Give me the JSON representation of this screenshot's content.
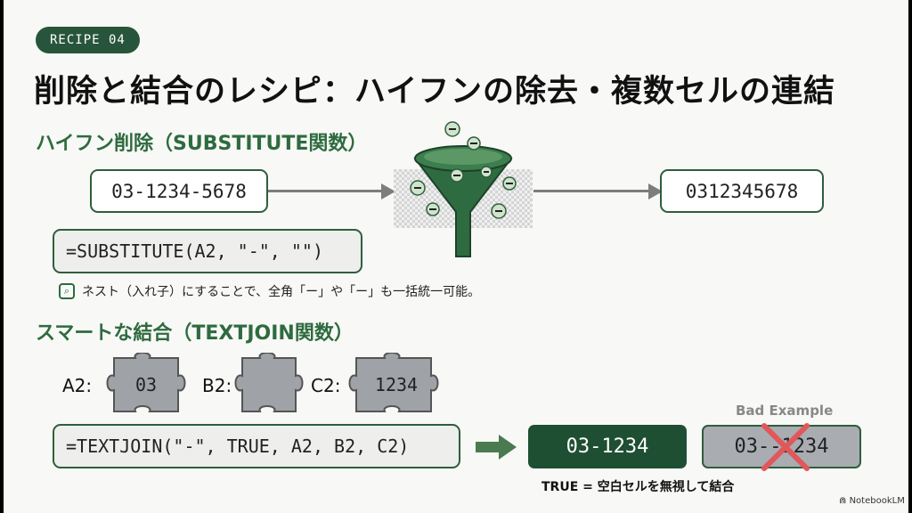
{
  "badge": "RECIPE 04",
  "title": "削除と結合のレシピ：ハイフンの除去・複数セルの連結",
  "section1": {
    "heading": "ハイフン削除（SUBSTITUTE関数）",
    "input": "03-1234-5678",
    "output": "0312345678",
    "formula": "=SUBSTITUTE(A2, \"-\", \"\")",
    "note": "ネスト（入れ子）にすることで、全角「ー」や「ー」も一括統一可能。",
    "note_icon": "document-search-icon",
    "filter_icon": "funnel-icon"
  },
  "section2": {
    "heading": "スマートな結合（TEXTJOIN関数）",
    "pieces": [
      {
        "label": "A2:",
        "value": "03"
      },
      {
        "label": "B2:",
        "value": ""
      },
      {
        "label": "C2:",
        "value": "1234"
      }
    ],
    "formula": "=TEXTJOIN(\"-\", TRUE, A2, B2, C2)",
    "result_good": "03-1234",
    "bad_label": "Bad Example",
    "result_bad": "03--1234",
    "caption": "TRUE = 空白セルを無視して結合"
  },
  "colors": {
    "accent": "#27553b",
    "heading_green": "#2e6b3f",
    "arrow_green": "#4a7a50",
    "cross_red": "#e0585a",
    "puzzle_grey": "#9fa3a8"
  },
  "brand": "NotebookLM"
}
